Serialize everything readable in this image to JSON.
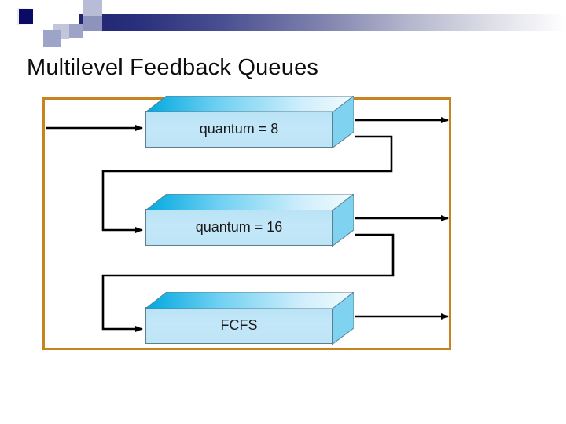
{
  "slide": {
    "title": "Multilevel Feedback Queues",
    "banner": {
      "gradient_from": "#1f2470",
      "gradient_to": "#ffffff",
      "accent_square": "#0b0b66"
    }
  },
  "diagram": {
    "border_color": "#c8821e",
    "box_front_color": "#bde4f6",
    "box_top_gradient_from": "#00a8e0",
    "box_top_gradient_to": "#f2fbfe",
    "box_side_color": "#7fd3f0",
    "arrow_color": "#000000",
    "queues": [
      {
        "id": "q0",
        "label": "quantum = 8",
        "exits": 2
      },
      {
        "id": "q1",
        "label": "quantum = 16",
        "exits": 2
      },
      {
        "id": "q2",
        "label": "FCFS",
        "exits": 1
      }
    ]
  },
  "chart_data": {
    "type": "diagram",
    "title": "Multilevel Feedback Queues",
    "nodes": [
      {
        "id": "q0",
        "label": "quantum = 8",
        "level": 0
      },
      {
        "id": "q1",
        "label": "quantum = 16",
        "level": 1
      },
      {
        "id": "q2",
        "label": "FCFS",
        "level": 2
      }
    ],
    "edges": [
      {
        "from": "input",
        "to": "q0",
        "kind": "arrival"
      },
      {
        "from": "q0",
        "to": "output",
        "kind": "completion"
      },
      {
        "from": "q0",
        "to": "q1",
        "kind": "demotion"
      },
      {
        "from": "q1",
        "to": "output",
        "kind": "completion"
      },
      {
        "from": "q1",
        "to": "q2",
        "kind": "demotion"
      },
      {
        "from": "q2",
        "to": "output",
        "kind": "completion"
      }
    ]
  }
}
